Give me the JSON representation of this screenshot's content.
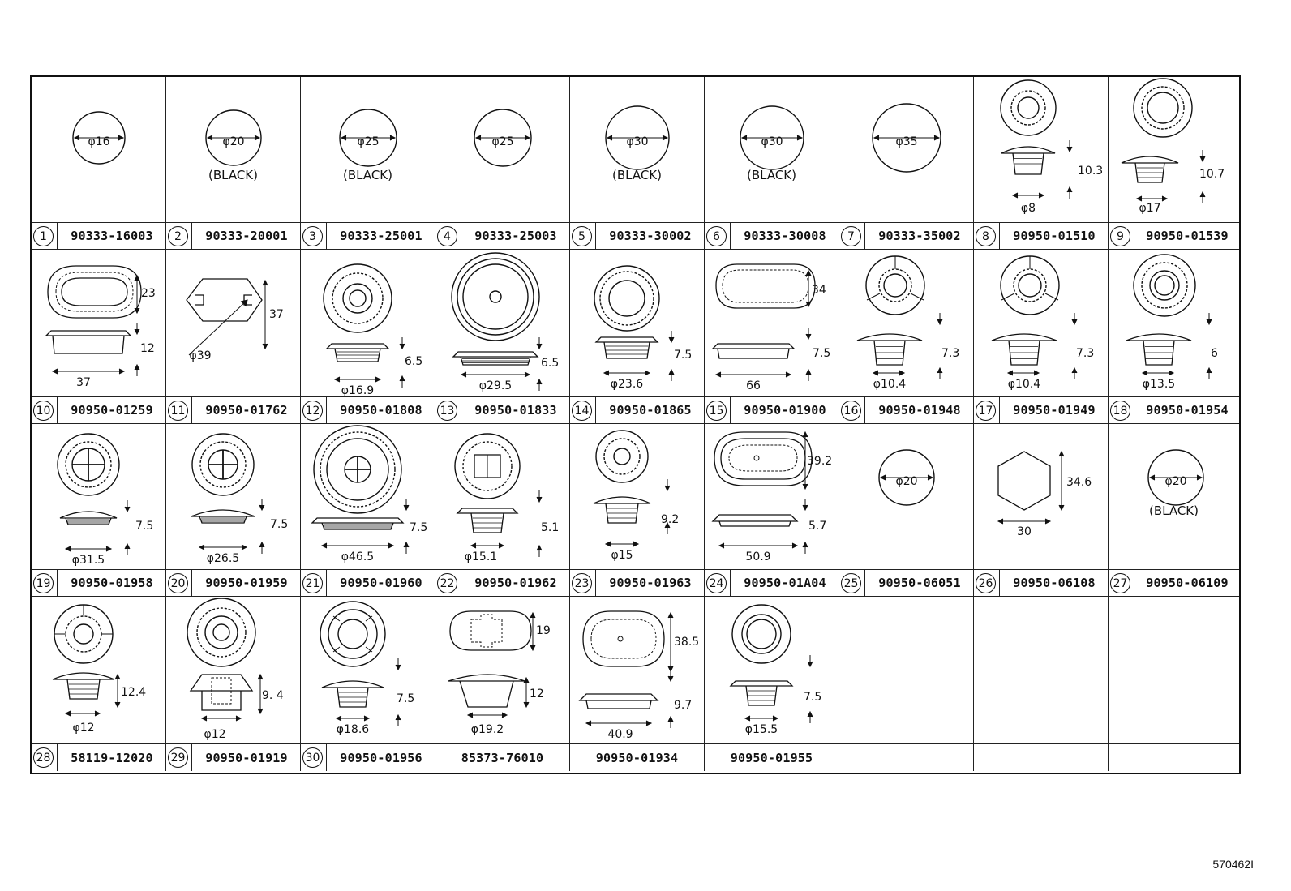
{
  "reference_code": "570462I",
  "line_color": "#111111",
  "rows": [
    [
      {
        "num": "1",
        "part": "90333-16003",
        "dims": [
          "φ16"
        ],
        "note": ""
      },
      {
        "num": "2",
        "part": "90333-20001",
        "dims": [
          "φ20"
        ],
        "note": "(BLACK)"
      },
      {
        "num": "3",
        "part": "90333-25001",
        "dims": [
          "φ25"
        ],
        "note": "(BLACK)"
      },
      {
        "num": "4",
        "part": "90333-25003",
        "dims": [
          "φ25"
        ],
        "note": ""
      },
      {
        "num": "5",
        "part": "90333-30002",
        "dims": [
          "φ30"
        ],
        "note": "(BLACK)"
      },
      {
        "num": "6",
        "part": "90333-30008",
        "dims": [
          "φ30"
        ],
        "note": "(BLACK)"
      },
      {
        "num": "7",
        "part": "90333-35002",
        "dims": [
          "φ35"
        ],
        "note": ""
      },
      {
        "num": "8",
        "part": "90950-01510",
        "dims": [
          "10.3",
          "φ8"
        ],
        "note": ""
      },
      {
        "num": "9",
        "part": "90950-01539",
        "dims": [
          "10.7",
          "φ17"
        ],
        "note": ""
      }
    ],
    [
      {
        "num": "10",
        "part": "90950-01259",
        "dims": [
          "23",
          "12",
          "37"
        ],
        "note": ""
      },
      {
        "num": "11",
        "part": "90950-01762",
        "dims": [
          "37",
          "φ39"
        ],
        "note": ""
      },
      {
        "num": "12",
        "part": "90950-01808",
        "dims": [
          "6.5",
          "φ16.9"
        ],
        "note": ""
      },
      {
        "num": "13",
        "part": "90950-01833",
        "dims": [
          "6.5",
          "φ29.5"
        ],
        "note": ""
      },
      {
        "num": "14",
        "part": "90950-01865",
        "dims": [
          "7.5",
          "φ23.6"
        ],
        "note": ""
      },
      {
        "num": "15",
        "part": "90950-01900",
        "dims": [
          "34",
          "7.5",
          "66"
        ],
        "note": ""
      },
      {
        "num": "16",
        "part": "90950-01948",
        "dims": [
          "7.3",
          "φ10.4"
        ],
        "note": ""
      },
      {
        "num": "17",
        "part": "90950-01949",
        "dims": [
          "7.3",
          "φ10.4"
        ],
        "note": ""
      },
      {
        "num": "18",
        "part": "90950-01954",
        "dims": [
          "6",
          "φ13.5"
        ],
        "note": ""
      }
    ],
    [
      {
        "num": "19",
        "part": "90950-01958",
        "dims": [
          "7.5",
          "φ31.5"
        ],
        "note": ""
      },
      {
        "num": "20",
        "part": "90950-01959",
        "dims": [
          "7.5",
          "φ26.5"
        ],
        "note": ""
      },
      {
        "num": "21",
        "part": "90950-01960",
        "dims": [
          "7.5",
          "φ46.5"
        ],
        "note": ""
      },
      {
        "num": "22",
        "part": "90950-01962",
        "dims": [
          "5.1",
          "φ15.1"
        ],
        "note": ""
      },
      {
        "num": "23",
        "part": "90950-01963",
        "dims": [
          "9.2",
          "φ15"
        ],
        "note": ""
      },
      {
        "num": "24",
        "part": "90950-01A04",
        "dims": [
          "39.2",
          "5.7",
          "50.9"
        ],
        "note": ""
      },
      {
        "num": "25",
        "part": "90950-06051",
        "dims": [
          "φ20"
        ],
        "note": ""
      },
      {
        "num": "26",
        "part": "90950-06108",
        "dims": [
          "34.6",
          "30"
        ],
        "note": ""
      },
      {
        "num": "27",
        "part": "90950-06109",
        "dims": [
          "φ20"
        ],
        "note": "(BLACK)"
      }
    ],
    [
      {
        "num": "28",
        "part": "58119-12020",
        "dims": [
          "12.4",
          "φ12"
        ],
        "note": ""
      },
      {
        "num": "29",
        "part": "90950-01919",
        "dims": [
          "9. 4",
          "φ12"
        ],
        "note": ""
      },
      {
        "num": "30",
        "part": "90950-01956",
        "dims": [
          "7.5",
          "φ18.6"
        ],
        "note": ""
      },
      {
        "num": "",
        "part": "85373-76010",
        "dims": [
          "19",
          "12",
          "φ19.2"
        ],
        "note": ""
      },
      {
        "num": "",
        "part": "90950-01934",
        "dims": [
          "38.5",
          "9.7",
          "40.9"
        ],
        "note": ""
      },
      {
        "num": "",
        "part": "90950-01955",
        "dims": [
          "7.5",
          "φ15.5"
        ],
        "note": ""
      },
      {
        "num": "",
        "part": "",
        "dims": [],
        "note": ""
      },
      {
        "num": "",
        "part": "",
        "dims": [],
        "note": ""
      },
      {
        "num": "",
        "part": "",
        "dims": [],
        "note": ""
      }
    ]
  ]
}
